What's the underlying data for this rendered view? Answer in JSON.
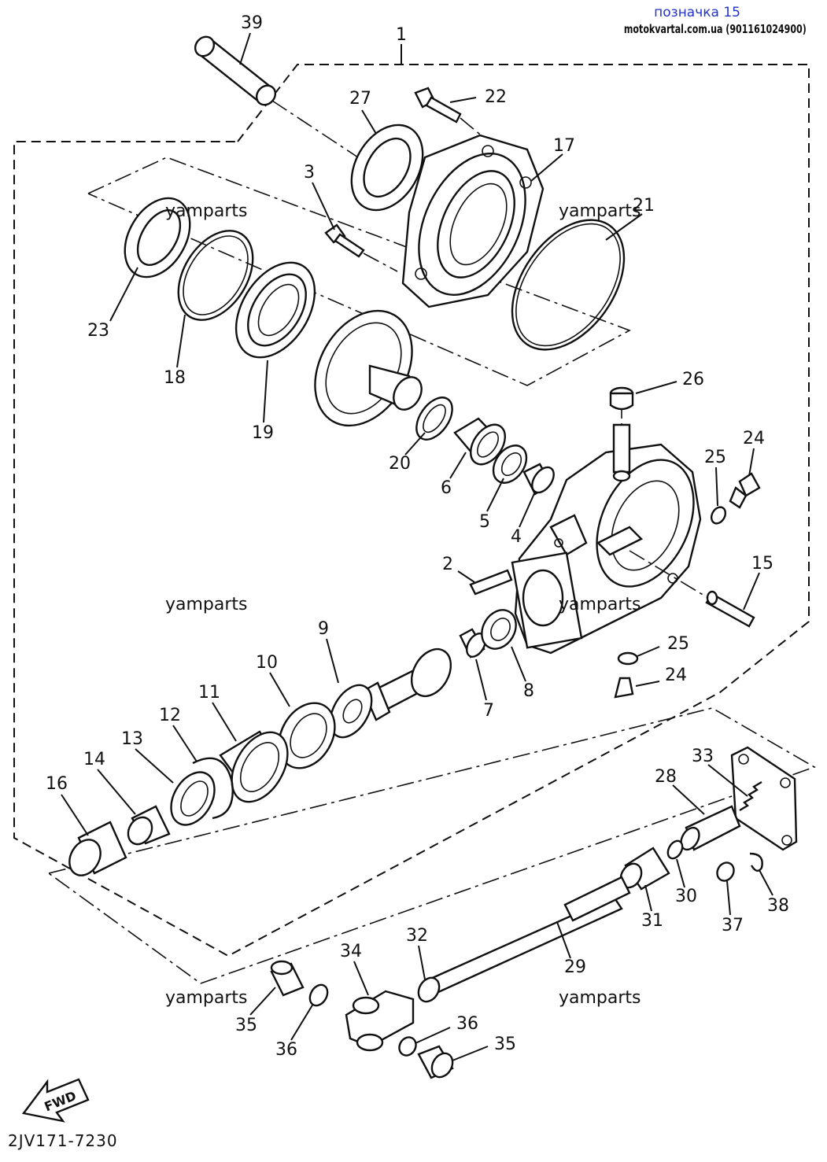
{
  "header": {
    "title": "позначка 15",
    "site": "motokvartal.com.ua (901161024900)"
  },
  "watermark": "yamparts",
  "part_number": "2JV171-7230",
  "fwd_label": "FWD",
  "callouts": [
    "39",
    "1",
    "27",
    "22",
    "17",
    "3",
    "21",
    "23",
    "18",
    "19",
    "26",
    "24",
    "25",
    "20",
    "6",
    "5",
    "4",
    "2",
    "15",
    "9",
    "10",
    "11",
    "12",
    "13",
    "14",
    "16",
    "7",
    "8",
    "25",
    "24",
    "33",
    "28",
    "30",
    "38",
    "37",
    "31",
    "29",
    "32",
    "34",
    "35",
    "36",
    "36",
    "35"
  ]
}
